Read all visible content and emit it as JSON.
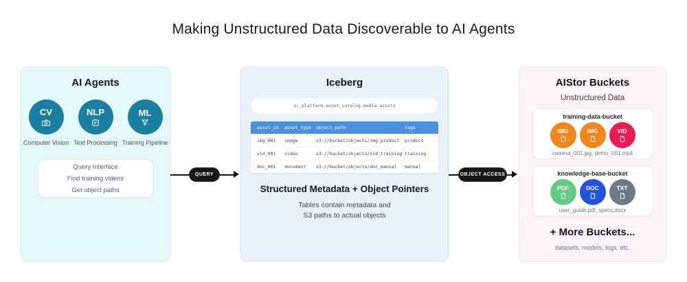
{
  "title": "Making Unstructured Data Discoverable to AI Agents",
  "arrows": {
    "query_label": "QUERY",
    "object_access_label": "OBJECT ACCESS"
  },
  "agents_panel": {
    "title": "AI Agents",
    "circle_color": "#1a7fa0",
    "agents": [
      {
        "abbr": "CV",
        "label": "Computer Vision",
        "icon": "camera-icon"
      },
      {
        "abbr": "NLP",
        "label": "Text Processing",
        "icon": "text-icon"
      },
      {
        "abbr": "ML",
        "label": "Training Pipeline",
        "icon": "funnel-icon"
      }
    ],
    "query_box": [
      "Query Interface",
      "Find training videos",
      "Get object paths"
    ]
  },
  "iceberg_panel": {
    "title": "Iceberg",
    "catalog_path": "ai_platform.asset_catalog.media_assets",
    "table": {
      "header_color": "#4a90e2",
      "columns": [
        "asset_id",
        "asset_type",
        "object_path",
        "tags"
      ],
      "rows": [
        [
          "img_001",
          "image",
          "s3://bucket/objects/img_product",
          "product"
        ],
        [
          "vid_001",
          "video",
          "s3://bucket/objects/vid_training",
          "training"
        ],
        [
          "doc_001",
          "document",
          "s3://bucket/objects/doc_manual",
          "manual"
        ]
      ]
    },
    "subtitle": "Structured Metadata + Object Pointers",
    "description_line1": "Tables contain metadata and",
    "description_line2": "S3 paths to actual objects"
  },
  "buckets_panel": {
    "title": "AIStor Buckets",
    "subtitle": "Unstructured Data",
    "buckets": [
      {
        "name": "training-data-bucket",
        "files": [
          {
            "label": "IMG",
            "color": "#f0861c",
            "icon": "file-icon"
          },
          {
            "label": "IMG",
            "color": "#f0861c",
            "icon": "file-icon"
          },
          {
            "label": "VID",
            "color": "#e91a56",
            "icon": "file-icon"
          }
        ],
        "caption": "camera_001.jpg, demo_001.mp4"
      },
      {
        "name": "knowledge-base-bucket",
        "files": [
          {
            "label": "PDF",
            "color": "#62ca82",
            "icon": "file-icon"
          },
          {
            "label": "DOC",
            "color": "#2453e0",
            "icon": "file-icon"
          },
          {
            "label": "TXT",
            "color": "#6e7a89",
            "icon": "file-icon"
          }
        ],
        "caption": "user_guide.pdf, specs.docx"
      }
    ],
    "more_title": "+ More Buckets...",
    "more_caption": "datasets, models, logs, etc."
  }
}
